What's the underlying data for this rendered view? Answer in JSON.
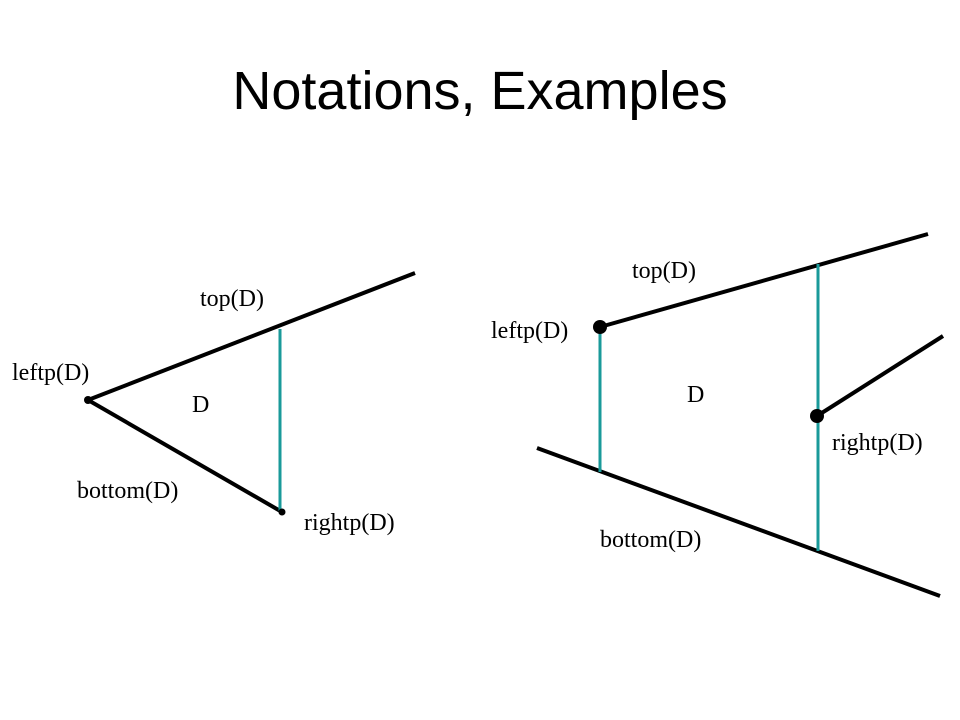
{
  "title": "Notations, Examples",
  "colors": {
    "segment": "#000000",
    "vertical_extension": "#1a9a9a",
    "point": "#000000",
    "background": "#ffffff"
  },
  "left_example": {
    "top_label": "top(D)",
    "leftp_label": "leftp(D)",
    "region_label": "D",
    "bottom_label": "bottom(D)",
    "rightp_label": "rightp(D)"
  },
  "right_example": {
    "top_label": "top(D)",
    "leftp_label": "leftp(D)",
    "region_label": "D",
    "rightp_label": "rightp(D)",
    "bottom_label": "bottom(D)"
  }
}
